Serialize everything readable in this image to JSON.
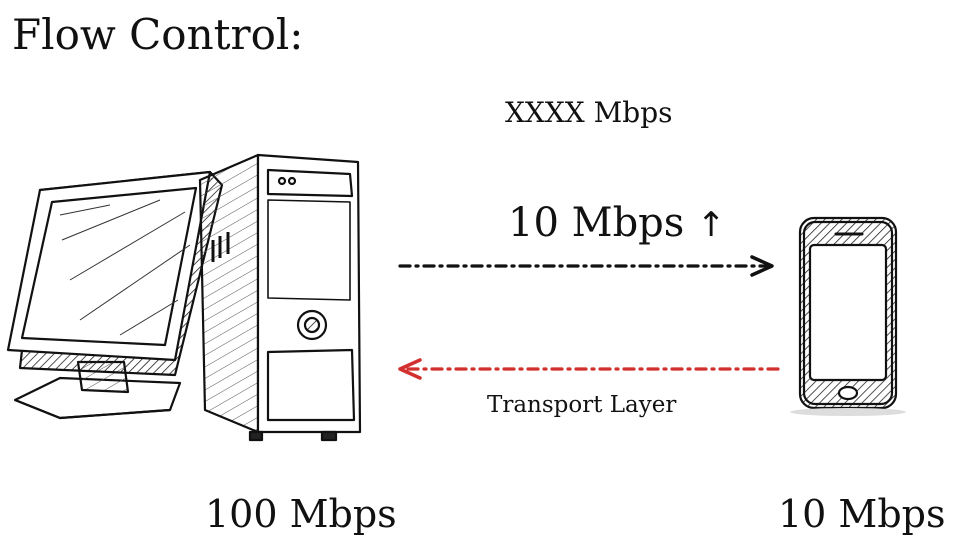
{
  "title": "Flow Control:",
  "top_rate": "XXXX Mbps",
  "flow_rate": "10 Mbps",
  "flow_arrow_glyph": "↑",
  "layer_label": "Transport Layer",
  "computer": {
    "speed": "100 Mbps",
    "icon": "desktop-computer-icon"
  },
  "phone": {
    "speed": "10 Mbps",
    "icon": "smartphone-icon"
  },
  "colors": {
    "forward_arrow": "#111111",
    "back_arrow": "#d32f2f"
  }
}
